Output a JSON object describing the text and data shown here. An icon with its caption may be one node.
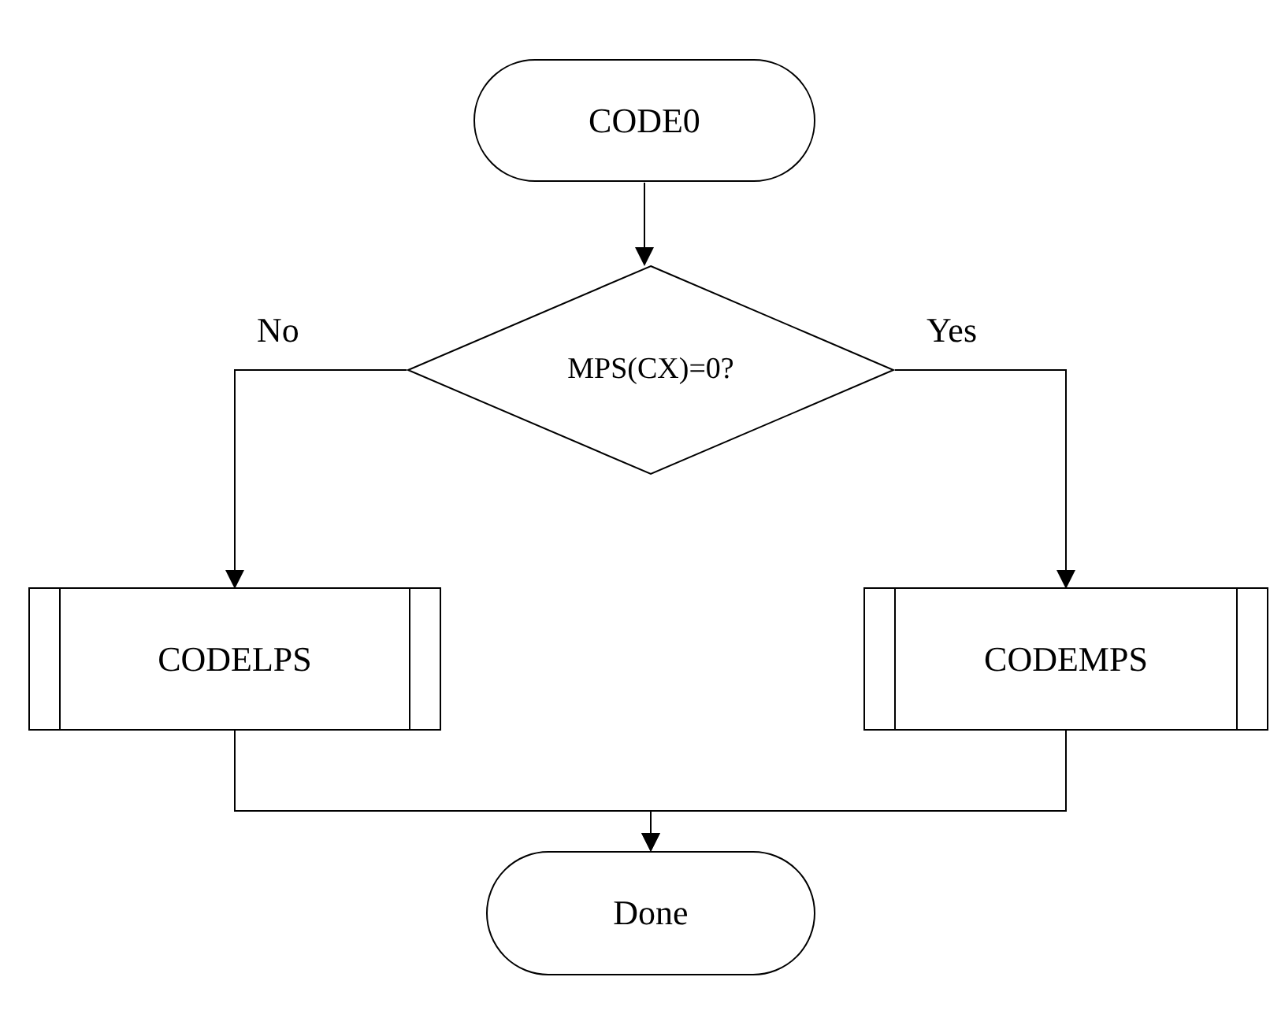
{
  "diagram": {
    "nodes": [
      {
        "text": [
          "CODE0"
        ]
      },
      {
        "text": [
          "MPS(CX)=0?"
        ]
      },
      {
        "text": [
          "CODELPS"
        ]
      },
      {
        "text": [
          "CODEMPS"
        ]
      },
      {
        "text": [
          "Done"
        ]
      }
    ],
    "edges": [
      {
        "from": 0,
        "to": 1,
        "arrow": "to"
      },
      {
        "from": 1,
        "to": 2,
        "arrow": "to",
        "label": "No"
      },
      {
        "from": 1,
        "to": 3,
        "arrow": "to",
        "label": "Yes"
      },
      {
        "from": 2,
        "to": 4,
        "arrow": "to"
      },
      {
        "from": 3,
        "to": 4,
        "arrow": "to"
      }
    ]
  }
}
